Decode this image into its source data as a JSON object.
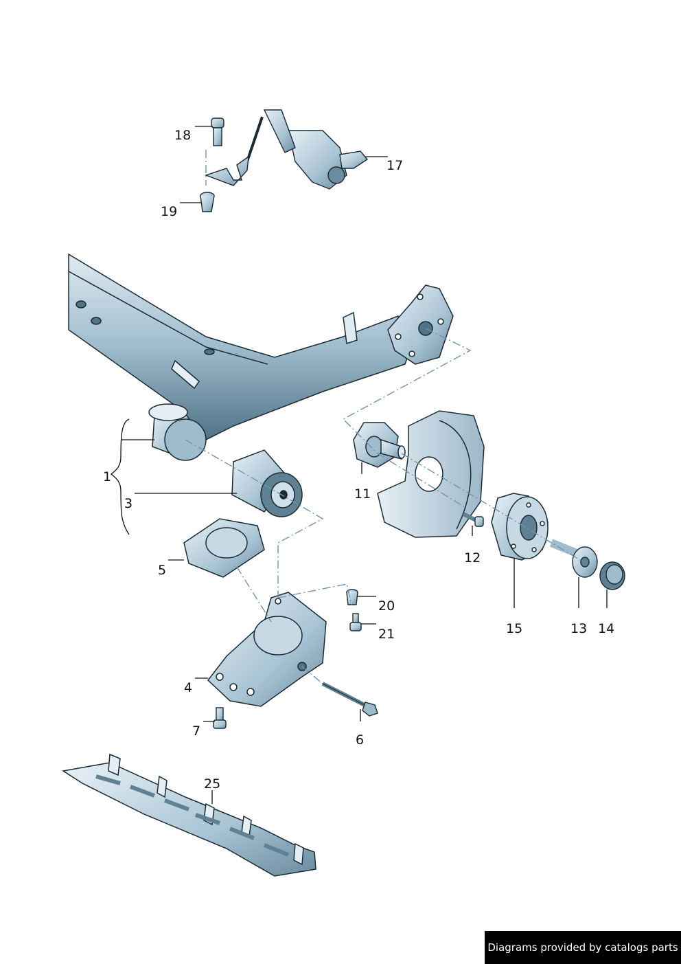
{
  "colors": {
    "part_fill": "#b9cfdc",
    "part_fill_dark": "#5f8194",
    "part_fill_light": "#e4eef4",
    "outline": "#1a2a33",
    "leader": "#111111",
    "dash": "#6f94ab"
  },
  "callouts": {
    "c1": "1",
    "c3": "3",
    "c4": "4",
    "c5": "5",
    "c6": "6",
    "c7": "7",
    "c11": "11",
    "c12": "12",
    "c13": "13",
    "c14": "14",
    "c15": "15",
    "c17": "17",
    "c18": "18",
    "c19": "19",
    "c20": "20",
    "c21": "21",
    "c25": "25"
  },
  "footer": {
    "text": "Diagrams provided by catalogs parts"
  }
}
